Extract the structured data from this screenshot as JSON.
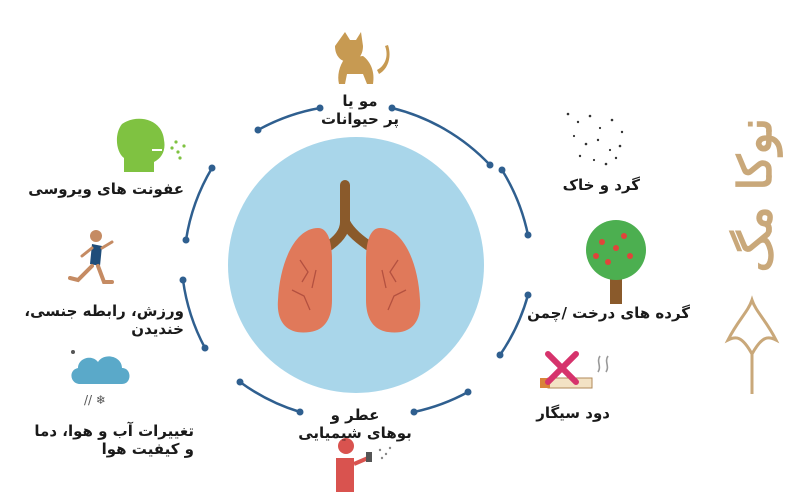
{
  "brand": {
    "name": "نوکا مگ"
  },
  "triggers": {
    "pet_hair": {
      "line1": "مو یا",
      "line2": "پر حیوانات"
    },
    "dust": {
      "label": "گرد و خاک"
    },
    "pollen": {
      "label": "گرده های درخت /چمن"
    },
    "smoke": {
      "label": "دود سیگار"
    },
    "perfume": {
      "line1": "عطر و",
      "line2": "بوهای شیمیایی"
    },
    "weather": {
      "line1": "تغییرات آب و هوا، دما",
      "line2": "و کیفیت هوا"
    },
    "exercise": {
      "line1": "ورزش، رابطه جنسی،",
      "line2": "خندیدن"
    },
    "infection": {
      "label": "عفونت های ویروسی"
    }
  },
  "colors": {
    "ring": "#2f5f8f",
    "center_circle": "#a9d6ea",
    "lung": "#e0795a",
    "trachea": "#8a5a2b",
    "brand": "#c9a87a",
    "cat": "#c79a52",
    "tree": "#4caf50",
    "cigarette_x": "#d6336c",
    "sneeze": "#7fc241",
    "runner": "#1f4d7a",
    "cloud": "#5aa9c9",
    "person": "#d9534f"
  }
}
